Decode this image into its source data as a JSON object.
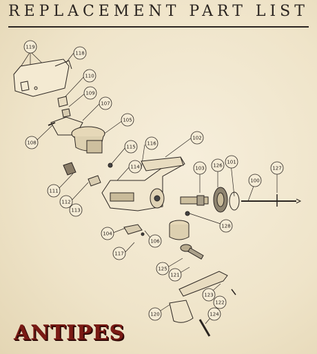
{
  "title": "REPLACEMENT PART LIST",
  "brand": "ANTIPES",
  "part_numbers": [
    "119",
    "118",
    "110",
    "109",
    "107",
    "108",
    "105",
    "115",
    "116",
    "102",
    "114",
    "103",
    "126",
    "101",
    "100",
    "127",
    "111",
    "112",
    "113",
    "128",
    "104",
    "106",
    "117",
    "125",
    "121",
    "123",
    "122",
    "120",
    "124"
  ]
}
